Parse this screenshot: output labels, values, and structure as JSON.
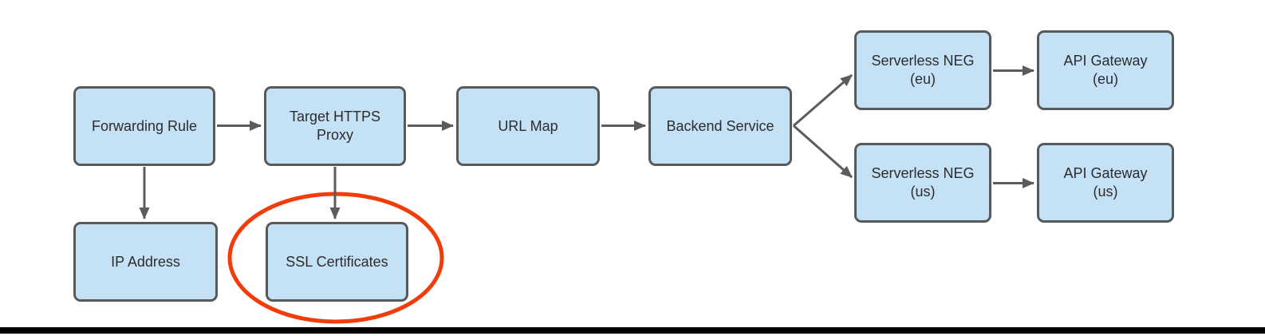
{
  "nodes": [
    {
      "id": "forwarding-rule",
      "label": "Forwarding Rule"
    },
    {
      "id": "target-https-proxy",
      "label": "Target HTTPS\nProxy"
    },
    {
      "id": "url-map",
      "label": "URL Map"
    },
    {
      "id": "backend-service",
      "label": "Backend Service"
    },
    {
      "id": "serverless-neg-eu",
      "label": "Serverless NEG\n(eu)"
    },
    {
      "id": "api-gateway-eu",
      "label": "API Gateway\n(eu)"
    },
    {
      "id": "serverless-neg-us",
      "label": "Serverless NEG\n(us)"
    },
    {
      "id": "api-gateway-us",
      "label": "API Gateway\n(us)"
    },
    {
      "id": "ip-address",
      "label": "IP Address"
    },
    {
      "id": "ssl-certificates",
      "label": "SSL Certificates"
    }
  ],
  "edges": [
    {
      "from": "forwarding-rule",
      "to": "target-https-proxy"
    },
    {
      "from": "target-https-proxy",
      "to": "url-map"
    },
    {
      "from": "url-map",
      "to": "backend-service"
    },
    {
      "from": "backend-service",
      "to": "serverless-neg-eu"
    },
    {
      "from": "backend-service",
      "to": "serverless-neg-us"
    },
    {
      "from": "serverless-neg-eu",
      "to": "api-gateway-eu"
    },
    {
      "from": "serverless-neg-us",
      "to": "api-gateway-us"
    },
    {
      "from": "forwarding-rule",
      "to": "ip-address"
    },
    {
      "from": "target-https-proxy",
      "to": "ssl-certificates"
    }
  ],
  "annotations": {
    "highlight_ellipse": {
      "around": "ssl-certificates",
      "color": "#f23c09"
    }
  },
  "colors": {
    "node_fill": "#c4e1f5",
    "node_border": "#595959",
    "arrow": "#5c5c5c",
    "highlight": "#f23c09",
    "text": "#2d2d2d",
    "bottom_bar": "#000000",
    "background": "#ffffff"
  }
}
